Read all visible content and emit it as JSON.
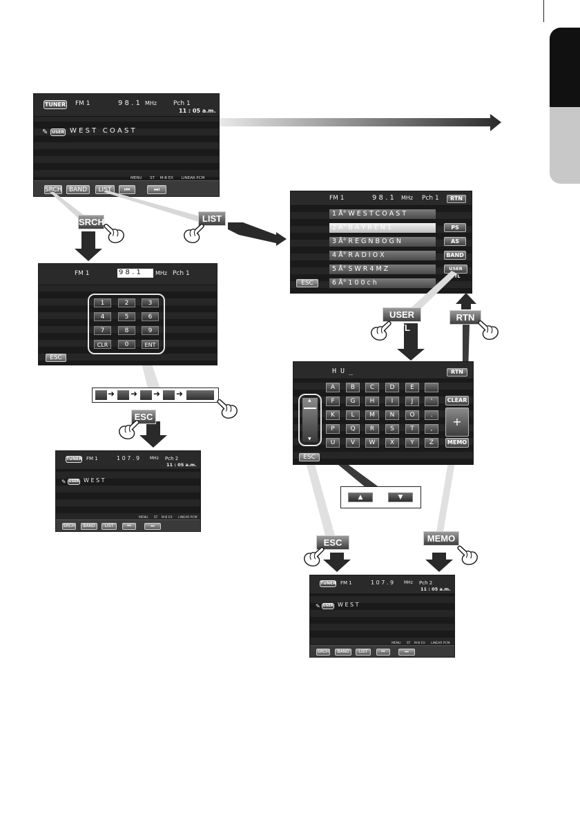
{
  "main_screen": {
    "tuner_tag": "TUNER",
    "band": "FM 1",
    "freq": "9 8 . 1",
    "unit": "MHz",
    "preset": "Pch 1",
    "time": "11 : 05 a.m.",
    "user_tag": "USER",
    "station": "W E S T   C O A S T",
    "status": [
      "MENU",
      "ST",
      "M-B EX",
      "LINEAR PCM"
    ],
    "buttons": [
      "SRCH",
      "BAND",
      "LIST",
      "⏮",
      "⏭"
    ]
  },
  "callouts": {
    "srch": "SRCH",
    "list": "LIST",
    "esc_left": "ESC",
    "user_ttl": "USER TTL",
    "rtn": "RTN",
    "esc_bottom": "ESC",
    "memo": "MEMO"
  },
  "search_screen": {
    "band": "FM 1",
    "freq": "9 8 . 1",
    "unit": "MHz",
    "preset": "Pch 1",
    "keys": [
      "1",
      "2",
      "3",
      "4",
      "5",
      "6",
      "7",
      "8",
      "9",
      "CLR",
      "0",
      "ENT"
    ],
    "esc": "ESC"
  },
  "result_left": {
    "tuner_tag": "TUNER",
    "band": "FM 1",
    "freq": "1 0 7 . 9",
    "unit": "MHz",
    "preset": "Pch 2",
    "time": "11 : 05 a.m.",
    "user_tag": "USER",
    "station": "W E S T",
    "status": [
      "MENU",
      "ST",
      "M-B EX",
      "LINEAR PCM"
    ],
    "buttons": [
      "SRCH",
      "BAND",
      "LIST",
      "⏮",
      "⏭"
    ]
  },
  "list_screen": {
    "band": "FM 1",
    "freq": "9 8 . 1",
    "unit": "MHz",
    "preset": "Pch 1",
    "rtn": "RTN",
    "items": [
      "1 Å° W E S T   C O A S T",
      "2 Å° B A Y R E N   1",
      "3 Å° R E G N B O G N",
      "4 Å° R A D I O   X",
      "5 Å° S W R 4   M Z",
      "6 Å° 1 0 0   c h"
    ],
    "side_buttons": [
      "PS",
      "AS",
      "BAND",
      "USER TTL"
    ],
    "esc": "ESC"
  },
  "entry_screen": {
    "input": "H U _",
    "rtn": "RTN",
    "rows": [
      [
        "A",
        "B",
        "C",
        "D",
        "E",
        ""
      ],
      [
        "F",
        "G",
        "H",
        "I",
        "J",
        "'"
      ],
      [
        "K",
        "L",
        "M",
        "N",
        "O",
        "."
      ],
      [
        "P",
        "Q",
        "R",
        "S",
        "T",
        ","
      ],
      [
        "U",
        "V",
        "W",
        "X",
        "Y",
        "Z"
      ]
    ],
    "clear": "CLEAR",
    "plus": "+",
    "memo": "MEMO",
    "esc": "ESC",
    "scroll_up": "▲",
    "scroll_down": "▼"
  },
  "scroll_keys": [
    "▲",
    "▼"
  ],
  "result_right": {
    "tuner_tag": "TUNER",
    "band": "FM 1",
    "freq": "1 0 7 . 9",
    "unit": "MHz",
    "preset": "Pch 2",
    "time": "11 : 05 a.m.",
    "user_tag": "USER",
    "station": "W E S T",
    "status": [
      "MENU",
      "ST",
      "M-B EX",
      "LINEAR PCM"
    ],
    "buttons": [
      "SRCH",
      "BAND",
      "LIST",
      "⏮",
      "⏭"
    ]
  }
}
